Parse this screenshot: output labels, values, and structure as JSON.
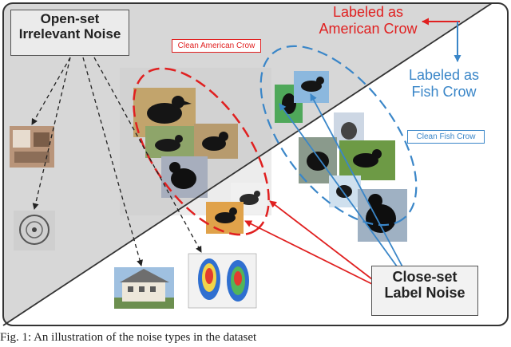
{
  "open_set_label": [
    "Open-set",
    "Irrelevant Noise"
  ],
  "close_set_label": [
    "Close-set",
    "Label Noise"
  ],
  "labeled_american": [
    "Labeled as",
    "American Crow"
  ],
  "labeled_fish": [
    "Labeled as",
    "Fish Crow"
  ],
  "clean_american": "Clean American Crow",
  "clean_fish": "Clean Fish Crow",
  "caption_fragment": "Fig. 1:  An illustration of the noise types in the dataset",
  "colors": {
    "red": "#e02020",
    "blue": "#3a86c8",
    "dark_bg": "#d6d6d6",
    "light_bg": "#ffffff"
  }
}
